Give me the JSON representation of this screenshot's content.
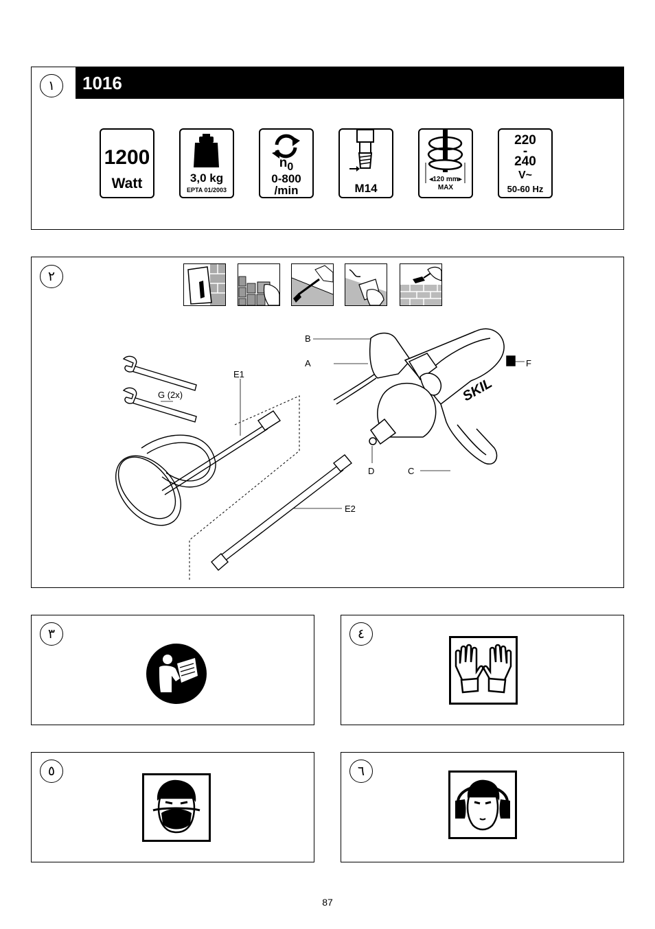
{
  "panel1": {
    "number": "١",
    "title": "1016",
    "specs": {
      "power_value": "1200",
      "power_unit": "Watt",
      "weight_value": "3,0 kg",
      "weight_note": "EPTA 01/2003",
      "speed_symbol": "n",
      "speed_subscript": "0",
      "speed_range": "0-800",
      "speed_unit": "/min",
      "thread": "M14",
      "mixer_size": "120 mm",
      "mixer_max": "MAX",
      "voltage_top": "220",
      "voltage_dash": "-",
      "voltage_bottom": "240",
      "voltage_ac": "V~",
      "frequency": "50-60 Hz"
    }
  },
  "panel2": {
    "number": "٢",
    "application_icons": [
      "plastering-icon",
      "tile-adhesive-icon",
      "paint-mixing-icon",
      "filler-icon",
      "mortar-icon"
    ],
    "labels": {
      "B": "B",
      "A": "A",
      "F": "F",
      "E1": "E1",
      "G": "G (2x)",
      "D": "D",
      "C": "C",
      "E2": "E2"
    }
  },
  "panel3": {
    "number": "٣",
    "icon": "read-manual-icon"
  },
  "panel4": {
    "number": "٤",
    "icon": "protective-gloves-icon"
  },
  "panel5": {
    "number": "٥",
    "icon": "dust-mask-icon"
  },
  "panel6": {
    "number": "٦",
    "icon": "ear-protection-icon"
  },
  "page_number": "87"
}
